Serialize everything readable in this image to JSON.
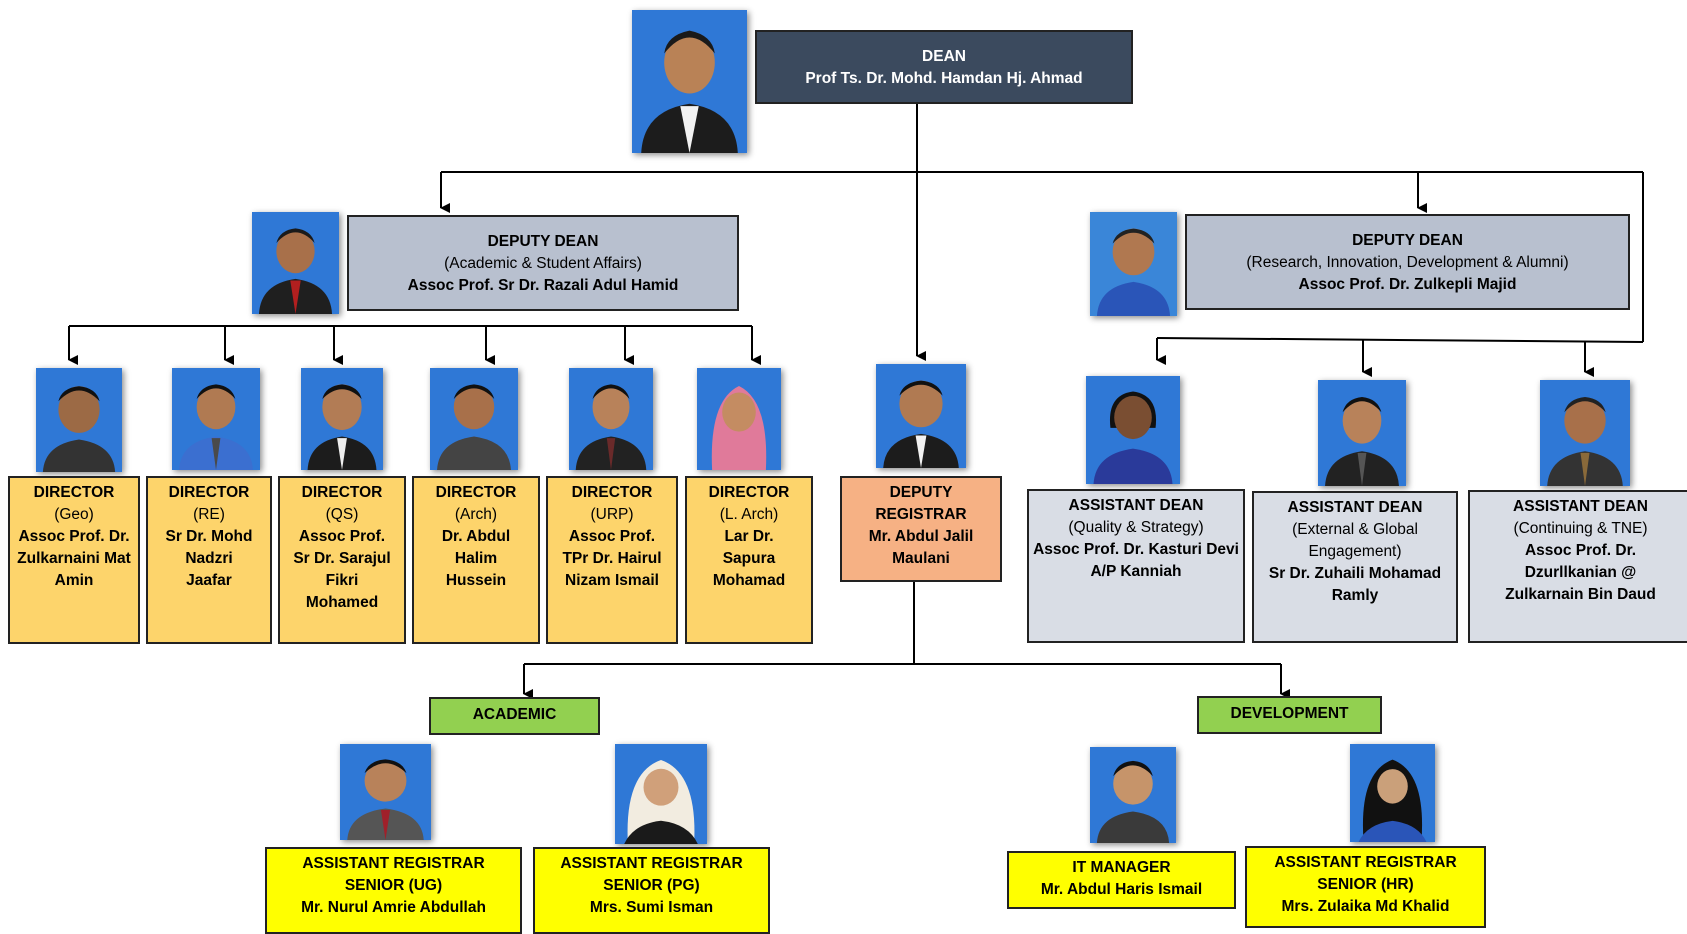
{
  "dean": {
    "title": "DEAN",
    "name": "Prof Ts. Dr. Mohd. Hamdan Hj. Ahmad"
  },
  "deputy_academic": {
    "title": "DEPUTY DEAN",
    "sub": "(Academic & Student Affairs)",
    "name": "Assoc Prof. Sr Dr. Razali Adul Hamid"
  },
  "deputy_research": {
    "title": "DEPUTY DEAN",
    "sub": "(Research, Innovation, Development & Alumni)",
    "name": "Assoc Prof. Dr. Zulkepli Majid"
  },
  "directors": [
    {
      "title": "DIRECTOR",
      "sub": "(Geo)",
      "name": "Assoc Prof. Dr. Zulkarnaini Mat Amin"
    },
    {
      "title": "DIRECTOR",
      "sub": "(RE)",
      "name": "Sr Dr. Mohd Nadzri Jaafar"
    },
    {
      "title": "DIRECTOR",
      "sub": "(QS)",
      "name": "Assoc Prof. Sr Dr. Sarajul Fikri Mohamed"
    },
    {
      "title": "DIRECTOR",
      "sub": "(Arch)",
      "name": "Dr. Abdul Halim Hussein"
    },
    {
      "title": "DIRECTOR",
      "sub": "(URP)",
      "name": "Assoc Prof. TPr Dr. Hairul Nizam Ismail"
    },
    {
      "title": "DIRECTOR",
      "sub": "(L. Arch)",
      "name": "Lar Dr. Sapura Mohamad"
    }
  ],
  "deputy_registrar": {
    "title": "DEPUTY REGISTRAR",
    "name": "Mr. Abdul Jalil Maulani"
  },
  "assistant_deans": [
    {
      "title": "ASSISTANT DEAN",
      "sub": "(Quality & Strategy)",
      "name": "Assoc Prof. Dr. Kasturi Devi A/P Kanniah"
    },
    {
      "title": "ASSISTANT DEAN",
      "sub": "(External & Global Engagement)",
      "name": "Sr Dr. Zuhaili Mohamad Ramly"
    },
    {
      "title": "ASSISTANT DEAN",
      "sub": "(Continuing & TNE)",
      "name": "Assoc Prof. Dr. Dzurllkanian @ Zulkarnain Bin Daud"
    }
  ],
  "sections": {
    "academic": "ACADEMIC",
    "development": "DEVELOPMENT"
  },
  "staff": [
    {
      "title": "ASSISTANT REGISTRAR SENIOR (UG)",
      "name": "Mr. Nurul Amrie Abdullah"
    },
    {
      "title": "ASSISTANT REGISTRAR SENIOR (PG)",
      "name": "Mrs. Sumi Isman"
    },
    {
      "title": "IT MANAGER",
      "name": "Mr. Abdul Haris Ismail"
    },
    {
      "title": "ASSISTANT REGISTRAR SENIOR (HR)",
      "name": "Mrs. Zulaika Md Khalid"
    }
  ],
  "colors": {
    "dean_box": "#3b4a5e",
    "deputy_box": "#b8c0cf",
    "director_box": "#fdd46b",
    "registrar_box": "#f6b184",
    "assistant_dean_box": "#d9dde5",
    "section_box": "#92d050",
    "staff_box": "#ffff00",
    "photo_bg": "#2f78d6"
  }
}
